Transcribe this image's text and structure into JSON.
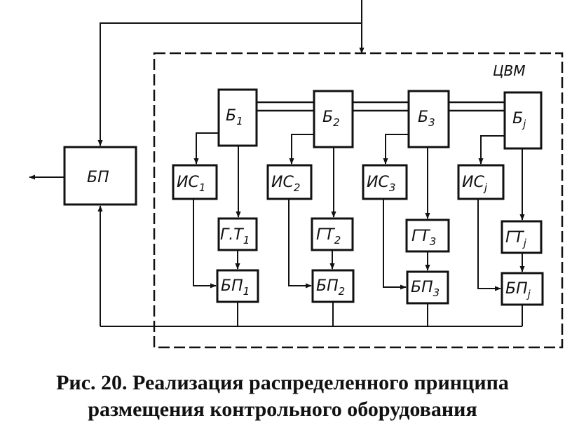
{
  "diagram": {
    "frame_label": "ЦВМ",
    "bp_main": "БП",
    "columns": [
      {
        "b": "Б",
        "is": "ИС",
        "gt": "Г.Т",
        "bp": "БП",
        "sub": "1"
      },
      {
        "b": "Б",
        "is": "ИС",
        "gt": "ГТ",
        "bp": "БП",
        "sub": "2"
      },
      {
        "b": "Б",
        "is": "ИС",
        "gt": "ГТ",
        "bp": "БП",
        "sub": "3"
      },
      {
        "b": "Б",
        "is": "ИС",
        "gt": "ГТ",
        "bp": "БП",
        "sub": "j"
      }
    ]
  },
  "caption": {
    "line1": "Рис. 20. Реализация распределенного принципа",
    "line2": "размещения контрольного оборудования"
  }
}
